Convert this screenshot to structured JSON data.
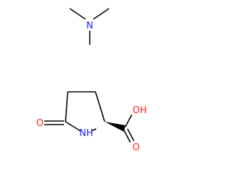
{
  "molecules": {
    "trimethylamine": {
      "n_label": "N",
      "n_color": "#1f1fff"
    },
    "pyroglutamic_acid": {
      "nh_label": "NH",
      "o_ring_label": "O",
      "oh_label": "OH",
      "o_acid_label": "O",
      "n_color": "#1f1fff",
      "o_color": "#ff1f1f"
    }
  }
}
